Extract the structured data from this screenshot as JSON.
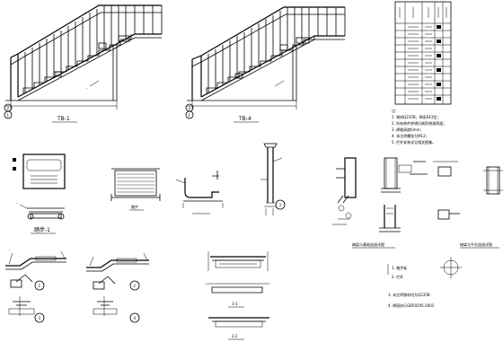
{
  "views": {
    "elevation_1": {
      "title": "TB-1",
      "axes": [
        "1",
        "2"
      ]
    },
    "elevation_2": {
      "title": "TB-4",
      "axes": [
        "1",
        "2"
      ]
    },
    "tread_plan": {
      "title": "踏步-1"
    },
    "tread_section": {
      "title": "踏步"
    },
    "post_detail": {
      "callout": "3"
    },
    "stringer_details": {
      "callouts": [
        "1",
        "2",
        "3",
        "4"
      ]
    },
    "beam_sections": {
      "titles": [
        "1-1",
        "2-2"
      ]
    },
    "connection_details": {
      "titles": [
        "梯梁与基础连接详图",
        "梯梁与平台连接详图"
      ]
    }
  },
  "notes": {
    "title": "注：",
    "items": [
      "1. 钢材Q235B，焊条E43型；",
      "2. 所有构件除锈后刷防锈漆两道；",
      "3. 焊缝高度6mm；",
      "4. 未注明螺栓为M12；",
      "5. 栏杆安装详见相关图集。"
    ]
  },
  "legend": {
    "items": [
      "1. 踏步板",
      "2. 栏杆"
    ],
    "lines": [
      "3. 未注明钢材均为Q235B",
      "4. 焊接执行GB50205-2001"
    ]
  }
}
